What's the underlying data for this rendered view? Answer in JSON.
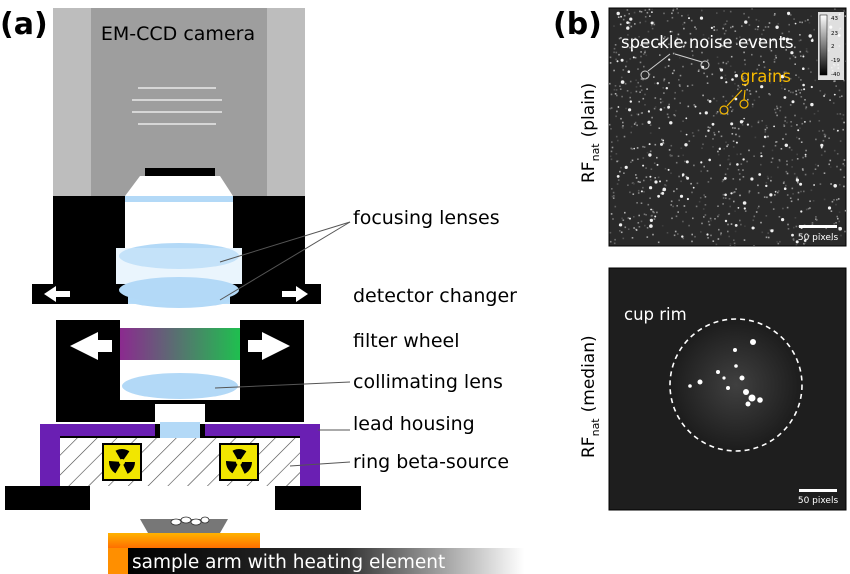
{
  "panel_a": {
    "tag": "(a)",
    "camera_label": "EM-CCD camera",
    "labels": {
      "focusing_lenses": "focusing lenses",
      "detector_changer": "detector changer",
      "filter_wheel": "filter wheel",
      "collimating_lens": "collimating lens",
      "lead_housing": "lead housing",
      "ring_beta_source": "ring beta-source",
      "sample_arm": "sample arm with heating element"
    },
    "colors": {
      "camera_body": "#9e9e9e",
      "camera_side": "#bdbdbd",
      "lens": "#b3d9f7",
      "housing": "#000000",
      "lead_housing": "#6a1fb3",
      "source_hatch": "#ffffff",
      "radiation_badge": "#f2e600",
      "filter_start": "#8b2a8f",
      "filter_end": "#1fbf4f",
      "heater_top": "#ffb300",
      "heater_bottom": "#ff6f00"
    }
  },
  "panel_b": {
    "tag": "(b)",
    "top_image": {
      "axis_main": "RF",
      "axis_sub": "nat",
      "axis_tail": "(plain)",
      "annotation_noise": "speckle noise events",
      "annotation_grains": "grains",
      "scalebar": "50 pixels",
      "colorbar_ticks": [
        "43",
        "23",
        "2",
        "-19",
        "-40"
      ],
      "noise_color": "#d0d0d0",
      "grain_color": "#f5b800"
    },
    "bottom_image": {
      "axis_main": "RF",
      "axis_sub": "nat",
      "axis_tail": "(median)",
      "annotation_rim": "cup rim",
      "scalebar": "50 pixels"
    }
  }
}
